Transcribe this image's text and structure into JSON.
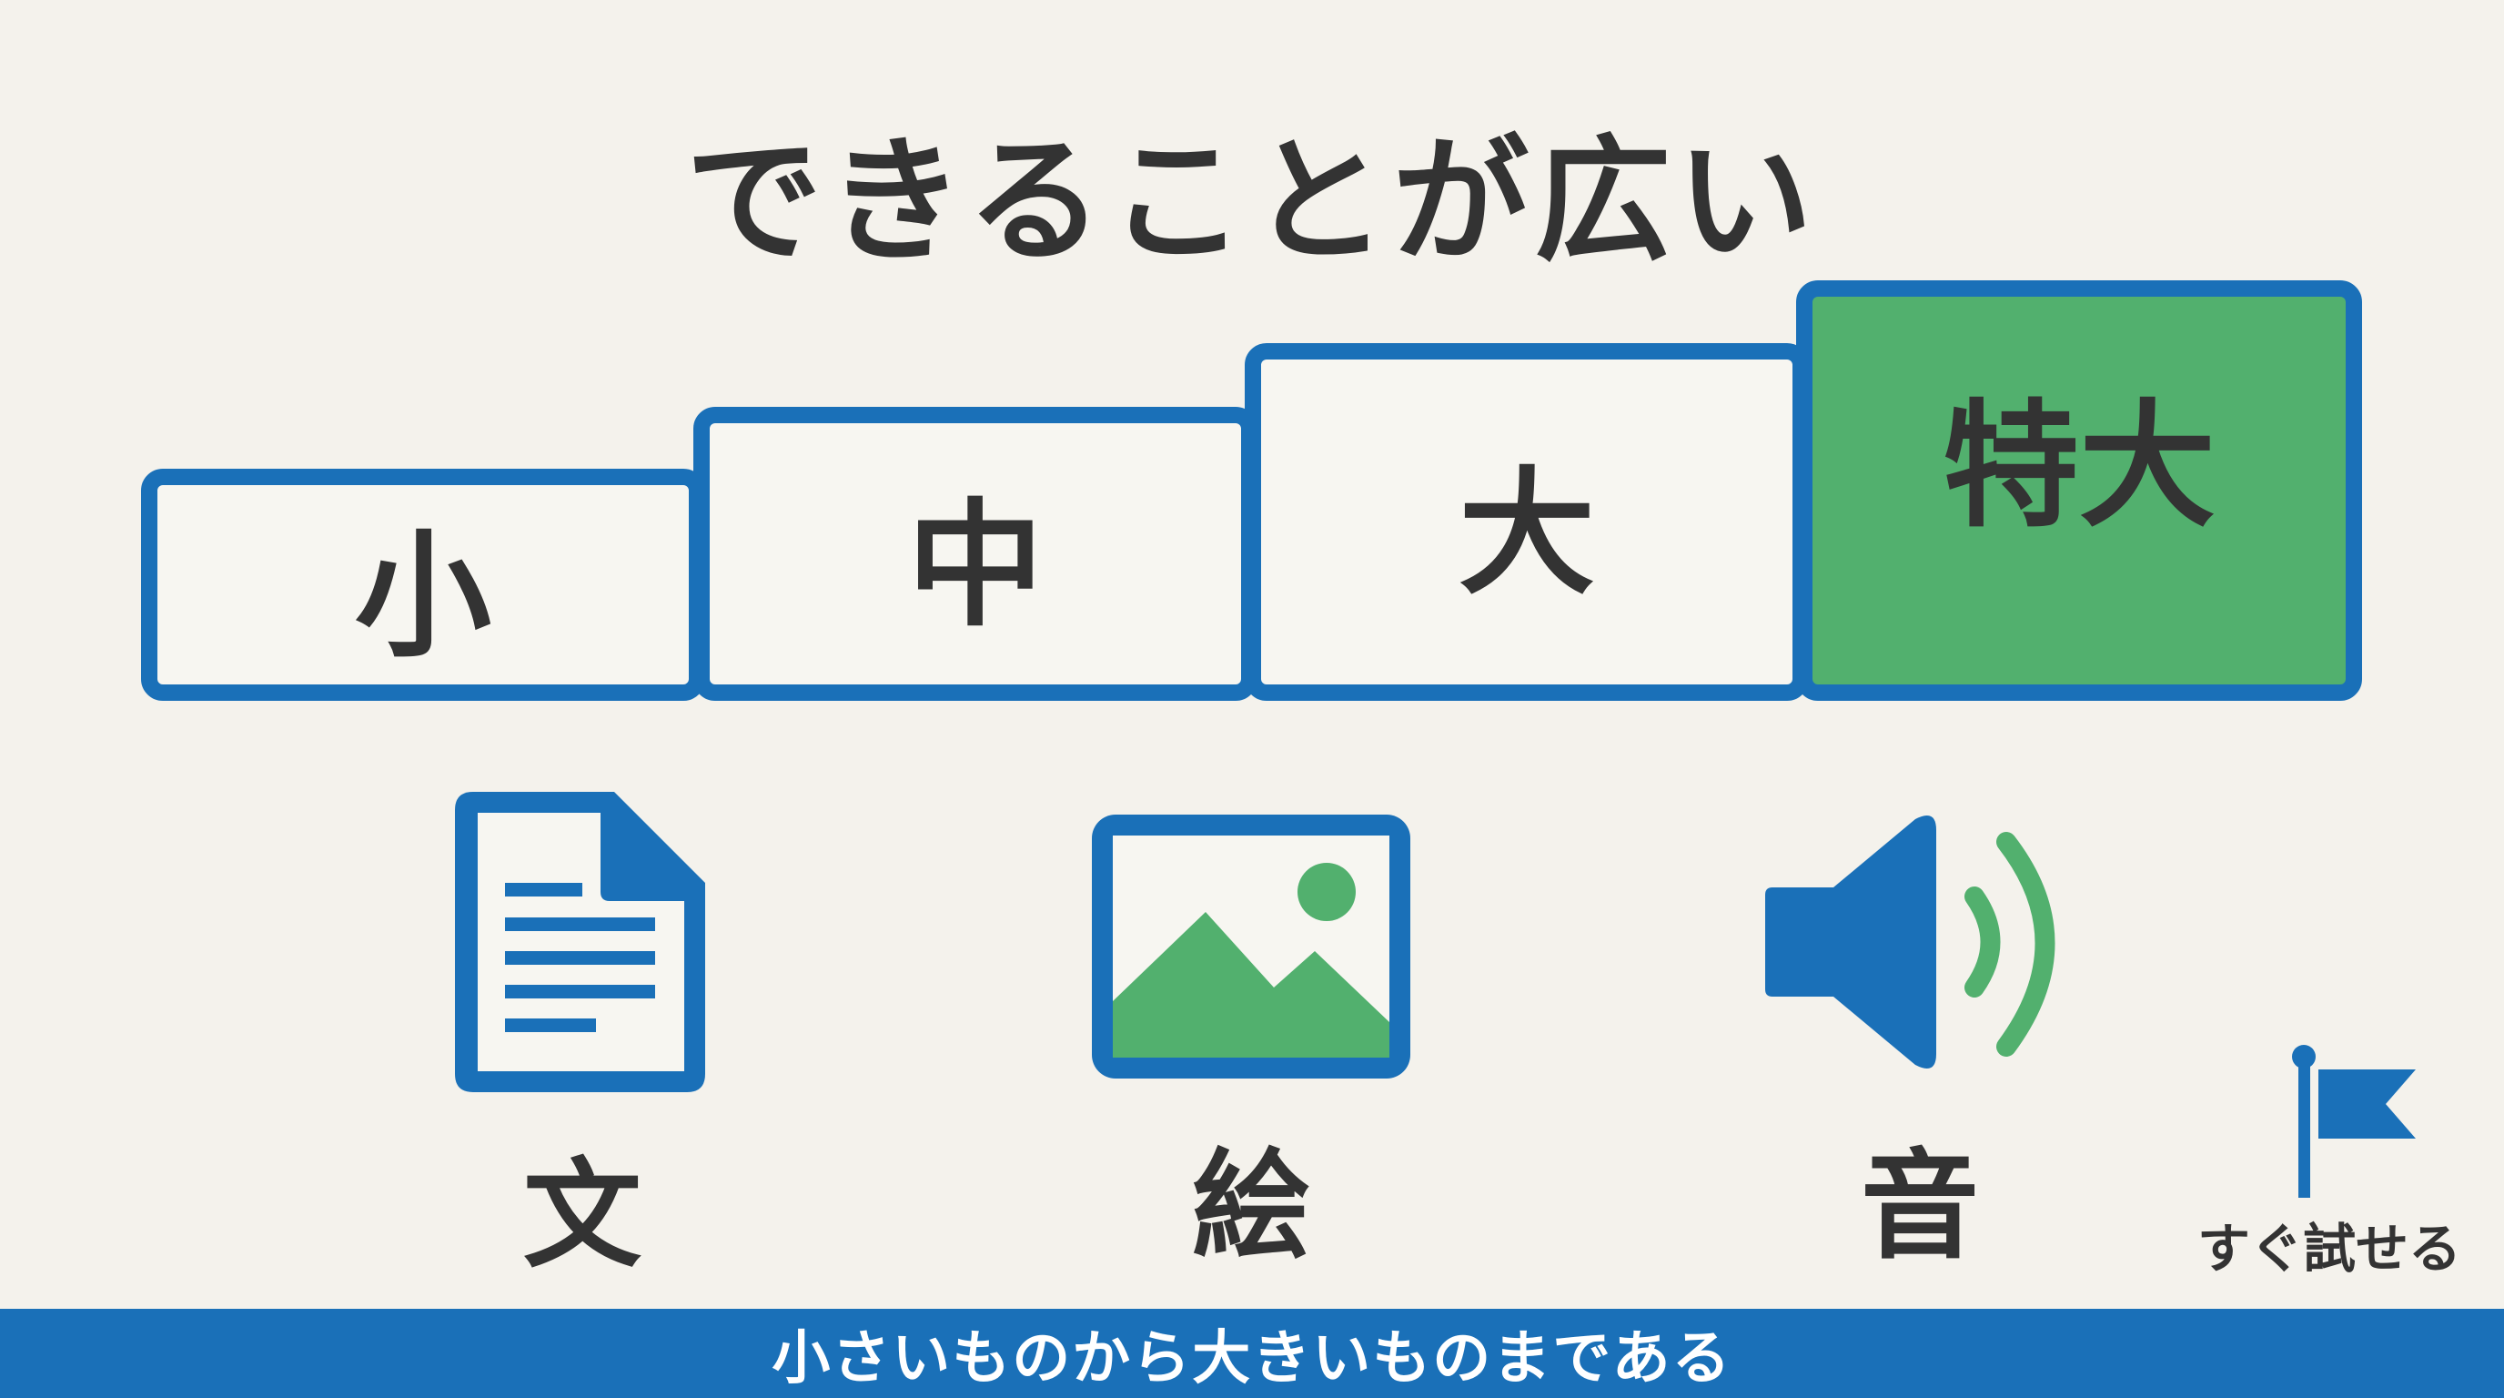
{
  "title": "できることが広い",
  "sizes": {
    "small": "小",
    "medium": "中",
    "large": "大",
    "xlarge": "特大"
  },
  "media": {
    "text_label": "文",
    "image_label": "絵",
    "sound_label": "音"
  },
  "flag_caption": "すぐ試せる",
  "footer": "小さいものから大きいものまである",
  "colors": {
    "background": "#f4f2ec",
    "blue": "#1a70b8",
    "green": "#52b06e",
    "text": "#333333"
  },
  "icons": {
    "text": "document-icon",
    "image": "picture-icon",
    "sound": "speaker-icon",
    "flag": "flag-icon"
  }
}
